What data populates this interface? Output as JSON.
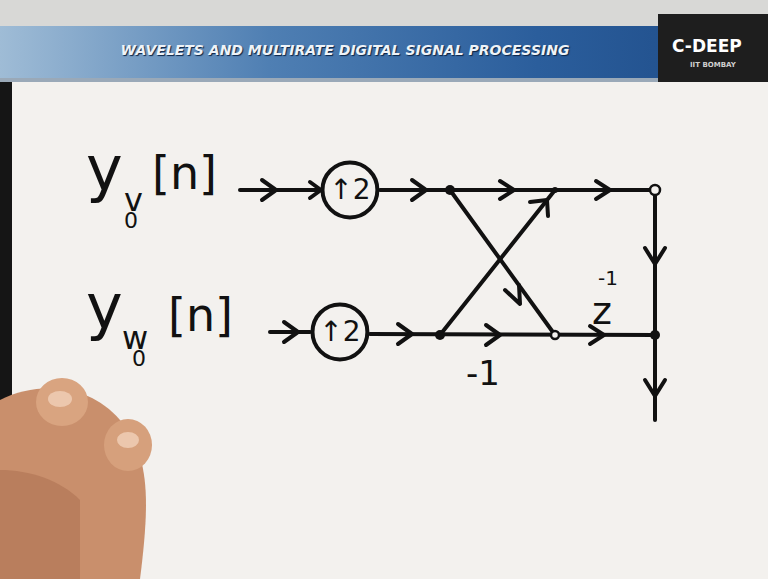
{
  "diagram": {
    "title": "WAVELETS AND MULTIRATE DIGITAL SIGNAL PROCESSING",
    "nodes": [
      {
        "text": [
          "↑2"
        ]
      },
      {
        "text": [
          "↑2"
        ]
      }
    ],
    "labels": [
      "C-DEEP",
      "IIT BOMBAY",
      "y",
      "v",
      "0",
      "[n]",
      "y",
      "w",
      "0",
      "[n]",
      "-1",
      "z",
      "-1"
    ]
  }
}
